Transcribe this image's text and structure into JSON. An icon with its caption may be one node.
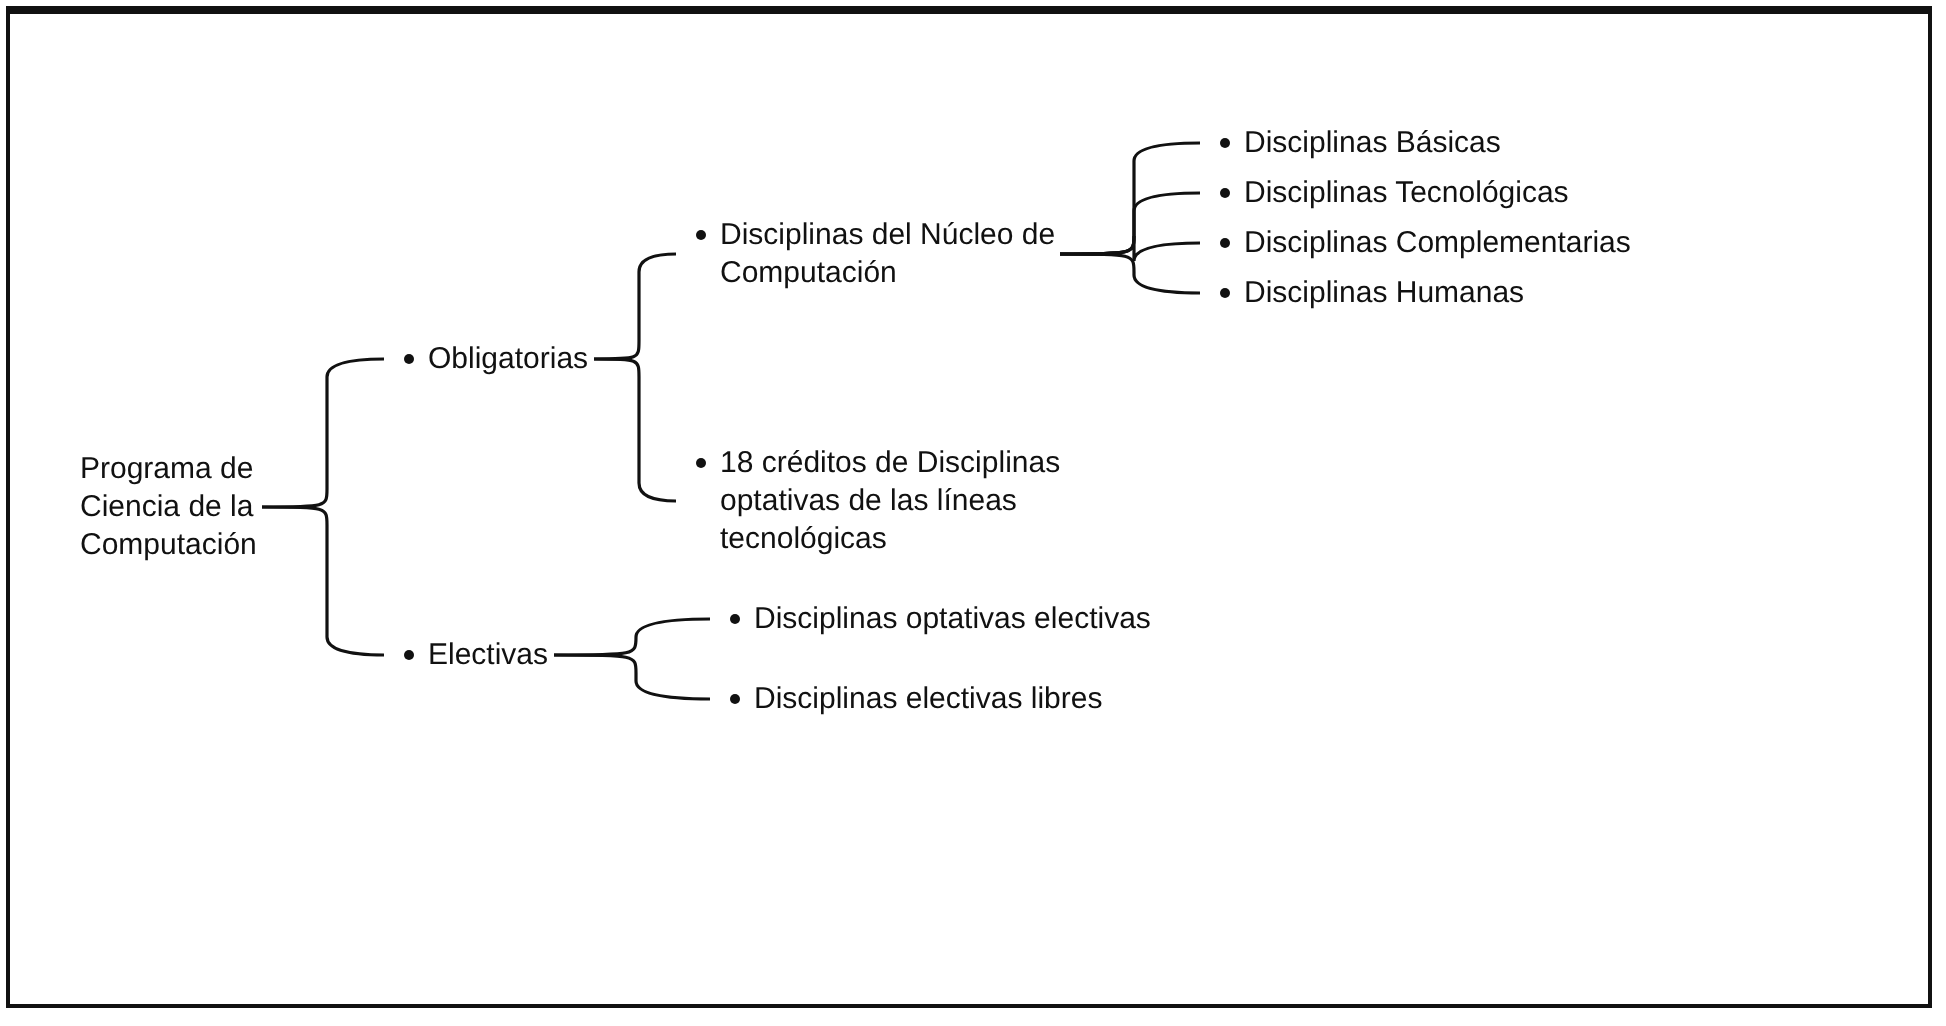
{
  "diagram": {
    "nodes": [
      {
        "text": [
          "Programa de Ciencia de la Computación"
        ]
      },
      {
        "text": [
          "Obligatorias"
        ]
      },
      {
        "text": [
          "Electivas"
        ]
      },
      {
        "text": [
          "Disciplinas del Núcleo de Computación"
        ]
      },
      {
        "text": [
          "18 créditos de Disciplinas optativas de las líneas tecnológicas"
        ]
      },
      {
        "text": [
          "Disciplinas Básicas"
        ]
      },
      {
        "text": [
          "Disciplinas Tecnológicas"
        ]
      },
      {
        "text": [
          "Disciplinas Complementarias"
        ]
      },
      {
        "text": [
          "Disciplinas Humanas"
        ]
      },
      {
        "text": [
          "Disciplinas optativas electivas"
        ]
      },
      {
        "text": [
          "Disciplinas electivas libres"
        ]
      }
    ],
    "edges": [
      {
        "from": 0,
        "to": 1,
        "arrow": "none"
      },
      {
        "from": 0,
        "to": 2,
        "arrow": "none"
      },
      {
        "from": 1,
        "to": 3,
        "arrow": "none"
      },
      {
        "from": 1,
        "to": 4,
        "arrow": "none"
      },
      {
        "from": 3,
        "to": 5,
        "arrow": "none"
      },
      {
        "from": 3,
        "to": 6,
        "arrow": "none"
      },
      {
        "from": 3,
        "to": 7,
        "arrow": "none"
      },
      {
        "from": 3,
        "to": 8,
        "arrow": "none"
      },
      {
        "from": 2,
        "to": 9,
        "arrow": "none"
      },
      {
        "from": 2,
        "to": 10,
        "arrow": "none"
      }
    ]
  }
}
